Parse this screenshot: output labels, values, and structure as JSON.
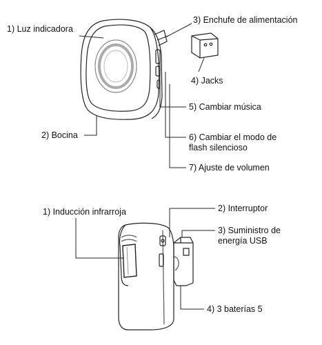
{
  "top_diagram": {
    "labels": {
      "indicator_light": "1) Luz indicadora",
      "speaker": "2) Bocina",
      "power_plug": "3) Enchufe de alimentación",
      "jacks": "4) Jacks",
      "change_music": "5) Cambiar música",
      "change_silent_flash_mode_line1": "6) Cambiar el modo de",
      "change_silent_flash_mode_line2": "flash silencioso",
      "volume_adjust": "7) Ajuste de volumen"
    }
  },
  "bottom_diagram": {
    "labels": {
      "infrared_induction": "1) Inducción infrarroja",
      "switch": "2) Interruptor",
      "usb_power_line1": "3) Suministro de",
      "usb_power_line2": "energía USB",
      "batteries": "4) 3 baterías 5"
    }
  },
  "colors": {
    "line": "#222222",
    "light_line": "#9a9a9a",
    "text": "#111111"
  }
}
